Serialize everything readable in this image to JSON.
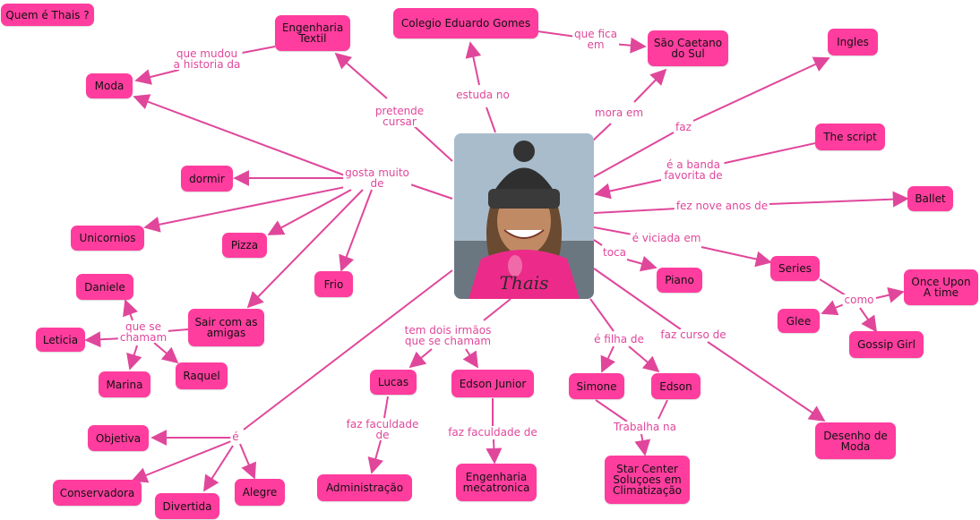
{
  "header": {
    "title": "Quem é Thais ?"
  },
  "center": {
    "caption": "Thais",
    "icon": "person-photo-icon"
  },
  "colors": {
    "node": "#ff3d9e",
    "edge": "#e0479b",
    "label": "#e0479b"
  },
  "nodes": {
    "engenharia_textil": "Engenharia\nTextil",
    "moda": "Moda",
    "colegio": "Colegio Eduardo Gomes",
    "sao_caetano": "São Caetano\ndo Sul",
    "ingles": "Ingles",
    "the_script": "The script",
    "ballet": "Ballet",
    "series": "Series",
    "once_upon": "Once Upon\nA time",
    "glee": "Glee",
    "gossip_girl": "Gossip Girl",
    "piano": "Piano",
    "dormir": "dormir",
    "unicornios": "Unicornios",
    "pizza": "Pizza",
    "frio": "Frio",
    "sair": "Sair com as\namigas",
    "daniele": "Daniele",
    "leticia": "Leticia",
    "marina": "Marina",
    "raquel": "Raquel",
    "lucas": "Lucas",
    "edson_junior": "Edson Junior",
    "administracao": "Administração",
    "eng_mecatronica": "Engenharia\nmecatronica",
    "simone": "Simone",
    "edson": "Edson",
    "star_center": "Star Center\nSoluçoes em\nClimatização",
    "desenho_moda": "Desenho de\nModa",
    "objetiva": "Objetiva",
    "conservadora": "Conservadora",
    "divertida": "Divertida",
    "alegre": "Alegre"
  },
  "labels": {
    "que_mudou": "que mudou\na historia da",
    "pretende": "pretende\ncursar",
    "estuda": "estuda no",
    "que_fica": "que fica\nem",
    "mora": "mora em",
    "faz": "faz",
    "banda": "é a banda\nfavorita de",
    "nove_anos": "fez nove anos de",
    "viciada": "é viciada em",
    "como": "como",
    "toca": "toca",
    "gosta": "gosta muito\nde",
    "que_se_chamam": "que se\nchamam",
    "irmaos": "tem dois irmãos\nque se chamam",
    "faculdade1": "faz faculdade\nde",
    "faculdade2": "faz faculdade de",
    "filha": "é filha de",
    "trabalha": "Trabalha na",
    "curso": "faz curso de",
    "e": "é"
  }
}
